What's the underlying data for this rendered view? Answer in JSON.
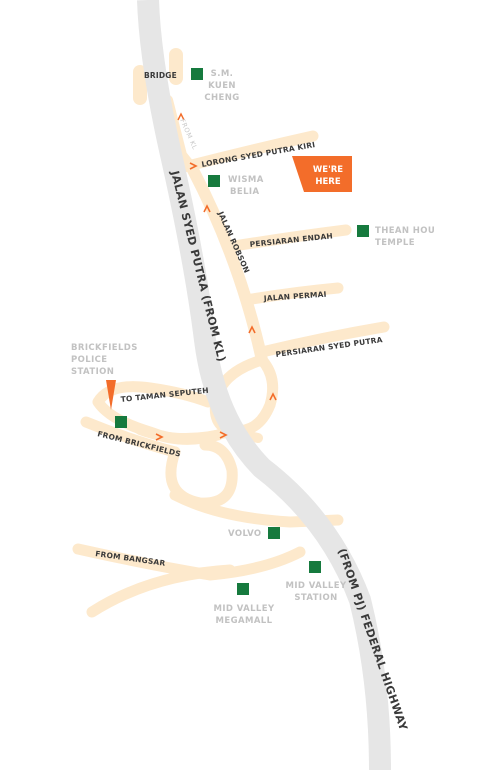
{
  "colors": {
    "highway": "#e6e6e6",
    "local_road": "#fde9cc",
    "landmark": "#167a3e",
    "you_are_here": "#f36d2a",
    "arrow": "#f36d2a",
    "road_text": "#3a3a3a",
    "landmark_text": "#c2c2c2"
  },
  "highways": {
    "jalan_syed_putra": "JALAN SYED PUTRA (FROM KL)",
    "federal_highway": "(FROM PJ) FEDERAL HIGHWAY"
  },
  "roads": {
    "bridge": "BRIDGE",
    "from_kl": "FROM KL",
    "lorong_syed_putra_kiri": "LORONG SYED PUTRA KIRI",
    "jalan_robson": "JALAN ROBSON",
    "persiaran_endah": "PERSIARAN ENDAH",
    "jalan_permai": "JALAN PERMAI",
    "persiaran_syed_putra": "PERSIARAN SYED PUTRA",
    "to_taman_seputeh": "TO TAMAN SEPUTEH",
    "from_brickfields": "FROM BRICKFIELDS",
    "from_bangsar": "FROM BANGSAR"
  },
  "landmarks": {
    "sm_kuen_cheng": [
      "S.M.",
      "KUEN",
      "CHENG"
    ],
    "wisma_belia": [
      "WISMA",
      "BELIA"
    ],
    "thean_hou_temple": [
      "THEAN HOU",
      "TEMPLE"
    ],
    "brickfields_police": [
      "BRICKFIELDS",
      "POLICE",
      "STATION"
    ],
    "volvo": [
      "VOLVO"
    ],
    "mid_valley_station": [
      "MID VALLEY",
      "STATION"
    ],
    "mid_valley_megamall": [
      "MID VALLEY",
      "MEGAMALL"
    ]
  },
  "you_are_here": {
    "lines": [
      "WE'RE",
      "HERE"
    ]
  }
}
